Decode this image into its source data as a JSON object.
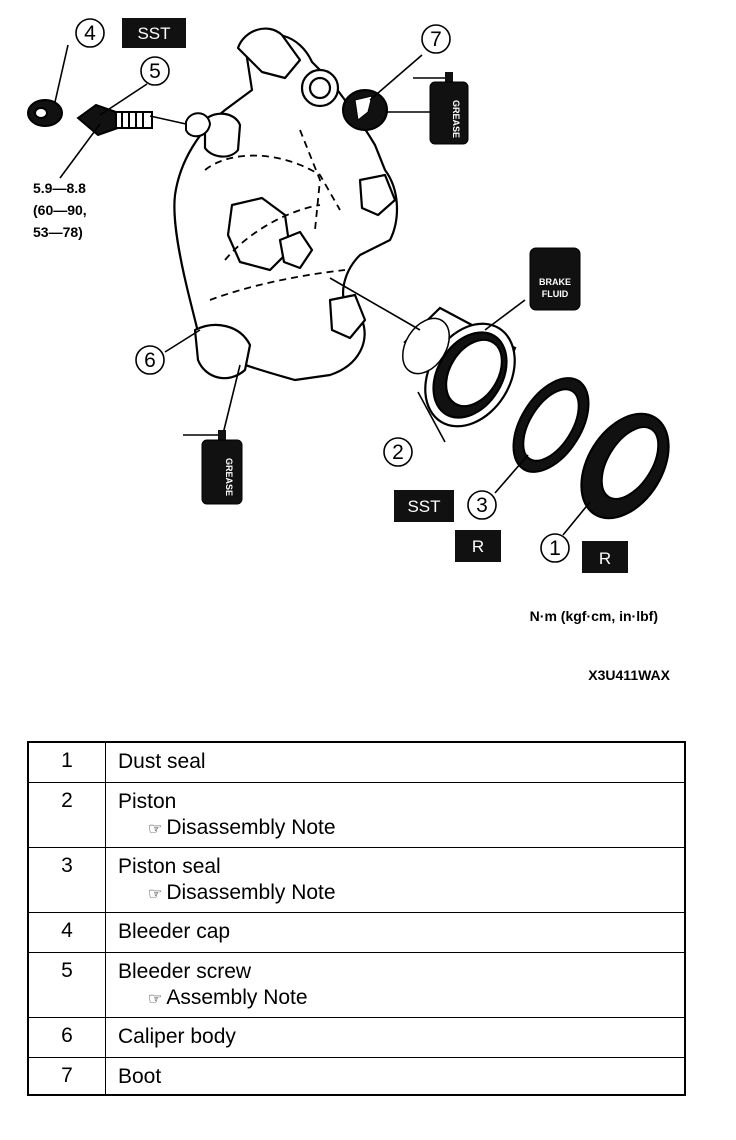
{
  "diagram": {
    "badges": {
      "sst_top": "SST",
      "sst_bottom": "SST",
      "r_seal": "R",
      "r_dust": "R"
    },
    "callouts": [
      "1",
      "2",
      "3",
      "4",
      "5",
      "6",
      "7"
    ],
    "torque_spec": {
      "line1": "5.9—8.8",
      "line2": "(60—90,",
      "line3": "53—78)"
    },
    "cans": {
      "grease": "GREASE",
      "brake_fluid_line1": "BRAKE",
      "brake_fluid_line2": "FLUID"
    },
    "units": "N·m (kgf·cm, in·lbf)",
    "figure_code": "X3U411WAX"
  },
  "table": {
    "rows": [
      {
        "num": "1",
        "name": "Dust seal",
        "note": ""
      },
      {
        "num": "2",
        "name": "Piston",
        "note": "Disassembly Note"
      },
      {
        "num": "3",
        "name": "Piston seal",
        "note": "Disassembly Note"
      },
      {
        "num": "4",
        "name": "Bleeder cap",
        "note": ""
      },
      {
        "num": "5",
        "name": "Bleeder screw",
        "note": "Assembly Note"
      },
      {
        "num": "6",
        "name": "Caliper body",
        "note": ""
      },
      {
        "num": "7",
        "name": "Boot",
        "note": ""
      }
    ]
  }
}
